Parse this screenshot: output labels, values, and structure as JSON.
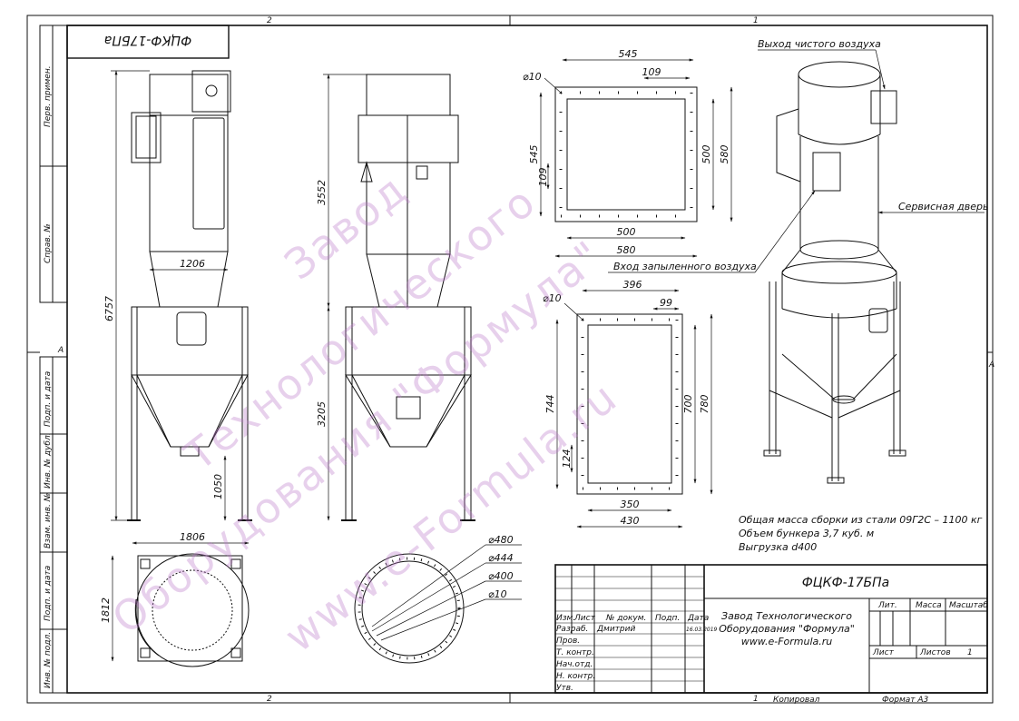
{
  "sheet": {
    "stamp_title": "ФЦКФ-17БПа",
    "zone_top_left": "2",
    "zone_top_right": "1",
    "zone_bottom_left": "2",
    "zone_bottom_right": "1",
    "zone_left": "А",
    "zone_right": "А",
    "side_labels": [
      "Перв. примен.",
      "Справ. №",
      "Подп. и дата",
      "Инв. № дубл.",
      "Взам. инв. №",
      "Подп. и дата",
      "Инв. № подл."
    ],
    "copied": "Копировал",
    "format": "Формат А3"
  },
  "front_view": {
    "height_total": "6757",
    "width_upper": "1206",
    "leg_height": "1050"
  },
  "side_view": {
    "upper_height": "3552",
    "lower_height": "3205"
  },
  "plan_view": {
    "width": "1806",
    "depth": "1812"
  },
  "flange_top": {
    "diam_hole": "⌀10",
    "outer_w": "545",
    "pitch": "109",
    "outer_h": "545",
    "inner_h": "500",
    "frame_h": "580",
    "pitch_v": "109",
    "inner_w": "500",
    "frame_w": "580"
  },
  "flange_bottom": {
    "diam_hole": "⌀10",
    "outer_w": "396",
    "pitch": "99",
    "outer_h": "744",
    "inner_h": "700",
    "frame_h": "780",
    "pitch_v": "124",
    "inner_w": "350",
    "frame_w": "430"
  },
  "ring": {
    "d1": "⌀480",
    "d2": "⌀444",
    "d3": "⌀400",
    "d4": "⌀10"
  },
  "callouts": {
    "clean_air": "Выход чистого воздуха",
    "service_door": "Сервисная дверь",
    "dusty_air": "Вход запыленного воздуха"
  },
  "notes": [
    "Общая масса сборки из стали 09Г2С – 1100 кг",
    "Объем бункера 3,7 куб. м",
    "Выгрузка d400"
  ],
  "title_block": {
    "designation": "ФЦКФ-17БПа",
    "company_line1": "Завод Технологического",
    "company_line2": "Оборудования \"Формула\"",
    "company_line3": "www.e-Formula.ru",
    "col_izm": "Изм.",
    "col_list": "Лист",
    "col_doc": "№ докум.",
    "col_sign": "Подп.",
    "col_date": "Дата",
    "row_razrab": "Разраб.",
    "razrab_name": "Дмитрий",
    "razrab_date": "16.03.2019",
    "row_prov": "Пров.",
    "row_tkontr": "Т. контр.",
    "row_nach": "Нач.отд.",
    "row_nkontr": "Н. контр.",
    "row_utv": "Утв.",
    "lit": "Лит.",
    "massa": "Масса",
    "masshtab": "Масштаб",
    "list": "Лист",
    "listov": "Листов",
    "listov_val": "1"
  },
  "watermark": [
    "Завод",
    "Технологического",
    "Оборудования \"Формула\"",
    "www.e-Formula.ru"
  ]
}
